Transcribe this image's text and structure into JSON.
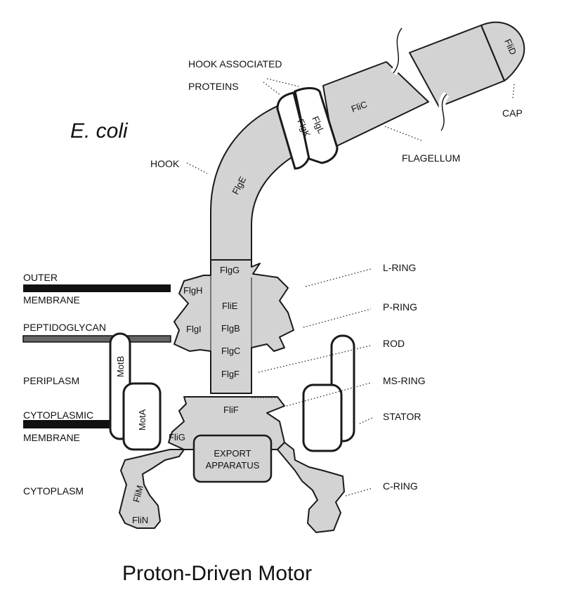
{
  "organism": "E. coli",
  "caption": "Proton-Driven Motor",
  "colors": {
    "protein_fill": "#d3d3d3",
    "outline": "#1a1a1a",
    "membrane": "#111111",
    "peptidoglycan": "#666666"
  },
  "labels": {
    "hook_associated_line1": "HOOK ASSOCIATED",
    "hook_associated_line2": "PROTEINS",
    "cap": "CAP",
    "hook": "HOOK",
    "flagellum": "FLAGELLUM",
    "outer_membrane_line1": "OUTER",
    "outer_membrane_line2": "MEMBRANE",
    "peptidoglycan": "PEPTIDOGLYCAN",
    "periplasm": "PERIPLASM",
    "cytoplasmic_membrane_line1": "CYTOPLASMIC",
    "cytoplasmic_membrane_line2": "MEMBRANE",
    "cytoplasm": "CYTOPLASM",
    "l_ring": "L-RING",
    "p_ring": "P-RING",
    "rod": "ROD",
    "ms_ring": "MS-RING",
    "stator": "STATOR",
    "c_ring": "C-RING"
  },
  "proteins": {
    "flid": "FliD",
    "flic": "FliC",
    "flgl": "FlgL",
    "flgk": "FlgK",
    "flge": "FlgE",
    "flgg": "FlgG",
    "flgh": "FlgH",
    "flie": "FliE",
    "flgi": "FlgI",
    "flgb": "FlgB",
    "flgc": "FlgC",
    "flgf": "FlgF",
    "flif": "FliF",
    "flig": "FliG",
    "motb": "MotB",
    "mota": "MotA",
    "flim": "FliM",
    "flin": "FliN",
    "export_line1": "EXPORT",
    "export_line2": "APPARATUS"
  }
}
